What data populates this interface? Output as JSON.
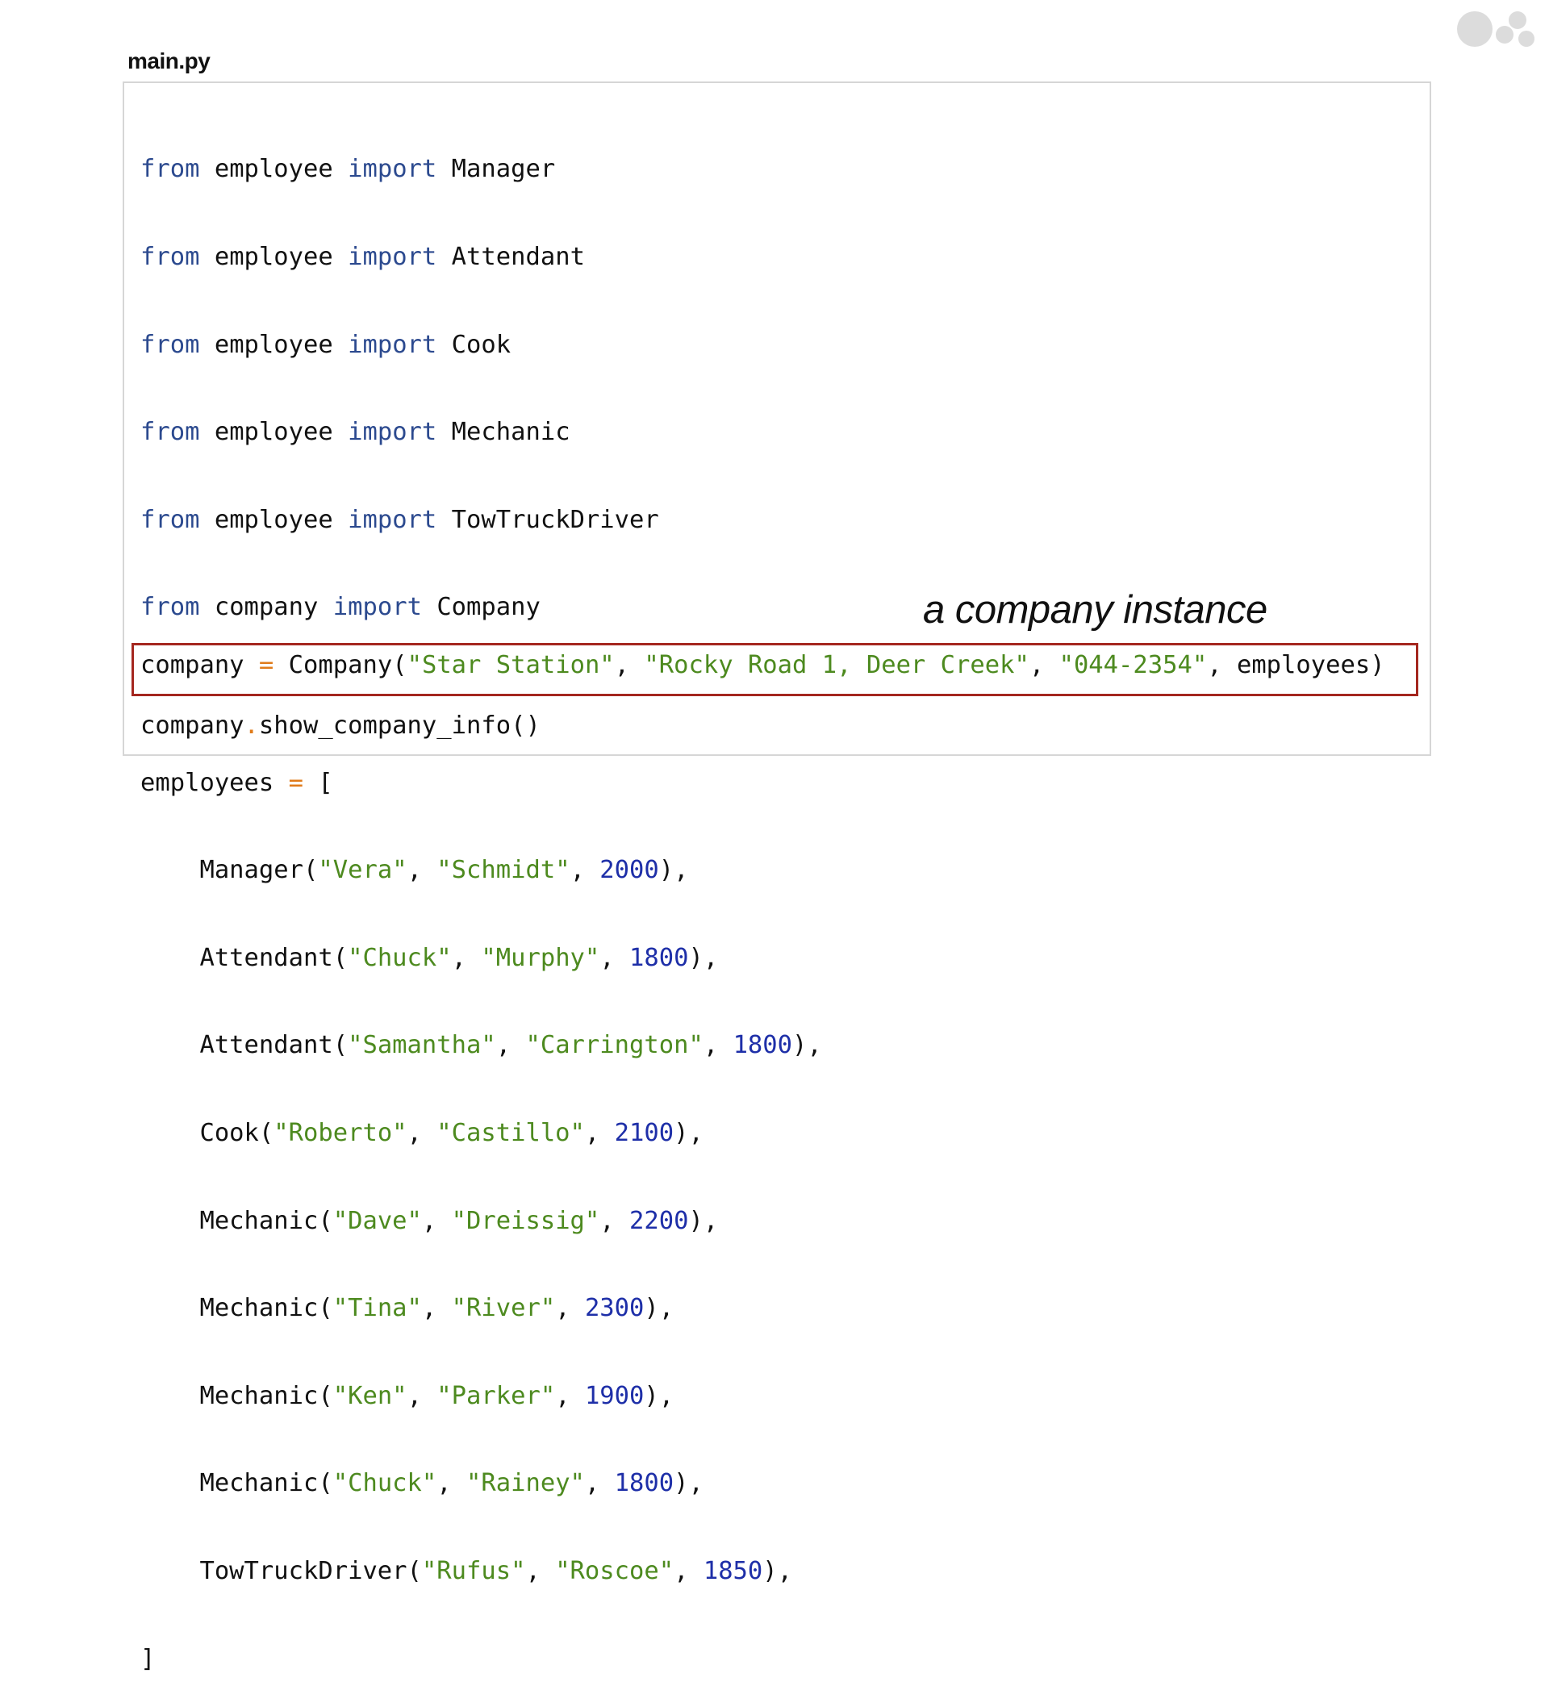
{
  "file_title": "main.py",
  "annotation": "a company instance",
  "imports": [
    {
      "kw1": "from",
      "module": "employee",
      "kw2": "import",
      "name": "Manager"
    },
    {
      "kw1": "from",
      "module": "employee",
      "kw2": "import",
      "name": "Attendant"
    },
    {
      "kw1": "from",
      "module": "employee",
      "kw2": "import",
      "name": "Cook"
    },
    {
      "kw1": "from",
      "module": "employee",
      "kw2": "import",
      "name": "Mechanic"
    },
    {
      "kw1": "from",
      "module": "employee",
      "kw2": "import",
      "name": "TowTruckDriver"
    },
    {
      "kw1": "from",
      "module": "company",
      "kw2": "import",
      "name": "Company"
    }
  ],
  "list_open": {
    "var": "employees",
    "op": "=",
    "bracket": "["
  },
  "employees": [
    {
      "cls": "Manager",
      "first": "\"Vera\"",
      "last": "\"Schmidt\"",
      "salary": "2000"
    },
    {
      "cls": "Attendant",
      "first": "\"Chuck\"",
      "last": "\"Murphy\"",
      "salary": "1800"
    },
    {
      "cls": "Attendant",
      "first": "\"Samantha\"",
      "last": "\"Carrington\"",
      "salary": "1800"
    },
    {
      "cls": "Cook",
      "first": "\"Roberto\"",
      "last": "\"Castillo\"",
      "salary": "2100"
    },
    {
      "cls": "Mechanic",
      "first": "\"Dave\"",
      "last": "\"Dreissig\"",
      "salary": "2200"
    },
    {
      "cls": "Mechanic",
      "first": "\"Tina\"",
      "last": "\"River\"",
      "salary": "2300"
    },
    {
      "cls": "Mechanic",
      "first": "\"Ken\"",
      "last": "\"Parker\"",
      "salary": "1900"
    },
    {
      "cls": "Mechanic",
      "first": "\"Chuck\"",
      "last": "\"Rainey\"",
      "salary": "1800"
    },
    {
      "cls": "TowTruckDriver",
      "first": "\"Rufus\"",
      "last": "\"Roscoe\"",
      "salary": "1850"
    }
  ],
  "list_close": "]",
  "company_line": {
    "var": "company",
    "op": "=",
    "cls": "Company",
    "name": "\"Star Station\"",
    "address": "\"Rocky Road 1, Deer Creek\"",
    "phone": "\"044-2354\"",
    "arg": "employees"
  },
  "call_line": {
    "obj": "company",
    "dot": ".",
    "method": "show_company_info()"
  },
  "colors": {
    "keyword": "#2c4a8f",
    "operator": "#e07b1a",
    "string": "#4d8a1f",
    "number": "#1e2fa8",
    "highlight_border": "#a4271f"
  }
}
